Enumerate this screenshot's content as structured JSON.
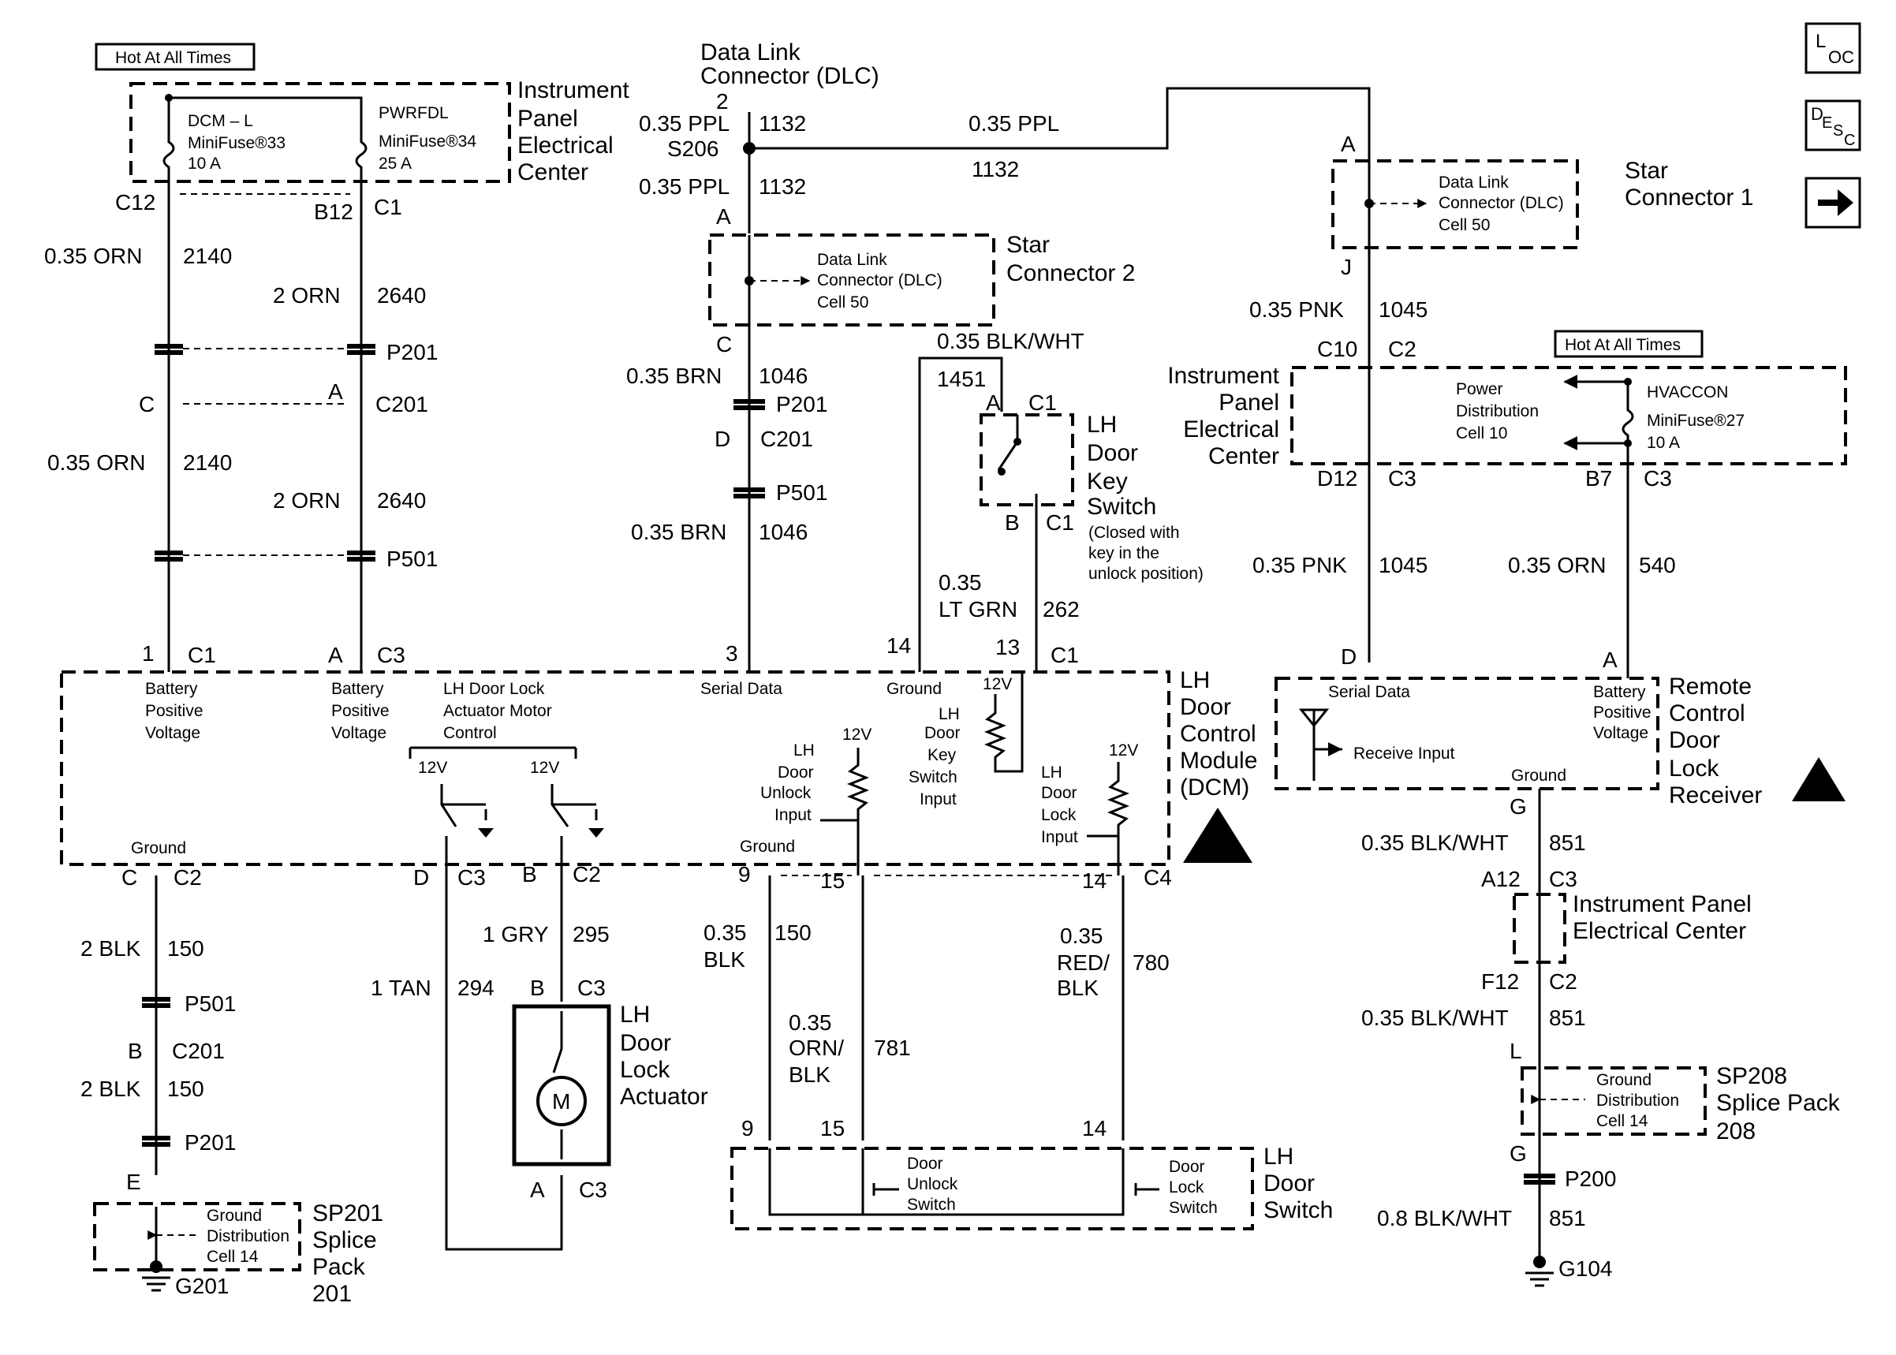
{
  "labels": {
    "hot_left": "Hot At All Times",
    "hot_right": "Hot At All Times",
    "dlc1": "Data Link",
    "dlc2": "Connector (DLC)",
    "ipec_top_1": "Instrument",
    "ipec_top_2": "Panel",
    "ipec_top_3": "Electrical",
    "ipec_top_4": "Center",
    "fuse33_a": "DCM – L",
    "fuse33_b": "MiniFuse®33",
    "fuse33_c": "10 A",
    "fuse34_a": "PWRFDL",
    "fuse34_b": "MiniFuse®34",
    "fuse34_c": "25 A",
    "c12": "C12",
    "b12": "B12",
    "c1_a": "C1",
    "w_035orn_a": "0.35 ORN",
    "n2140_a": "2140",
    "w_2orn_a": "2 ORN",
    "n2640_a": "2640",
    "p201_a": "P201",
    "c_a": "C",
    "a_a": "A",
    "c201_a": "C201",
    "w_035orn_b": "0.35 ORN",
    "n2140_b": "2140",
    "w_2orn_b": "2 ORN",
    "n2640_b": "2640",
    "p501_a": "P501",
    "pin1": "1",
    "c1_b": "C1",
    "pinA_b": "A",
    "c3_b": "C3",
    "dlc_pin2": "2",
    "ppl1": "0.35 PPL",
    "n1132a": "1132",
    "s206": "S206",
    "ppl2": "0.35 PPL",
    "n1132b": "1132",
    "ppl3": "0.35 PPL",
    "n1132c": "1132",
    "sc2_A": "A",
    "sc2_t1": "Data Link",
    "sc2_t2": "Connector (DLC)",
    "sc2_t3": "Cell 50",
    "sc2_name1": "Star",
    "sc2_name2": "Connector 2",
    "sc2_C": "C",
    "brn1": "0.35 BRN",
    "n1046a": "1046",
    "p201_m": "P201",
    "d_m": "D",
    "c201_m": "C201",
    "p501_m": "P501",
    "brn2": "0.35 BRN",
    "n1046b": "1046",
    "blkwht_m": "0.35 BLK/WHT",
    "n1451": "1451",
    "ks_A": "A",
    "ks_C1a": "C1",
    "ks_B": "B",
    "ks_C1b": "C1",
    "ks_n1": "LH",
    "ks_n2": "Door",
    "ks_n3": "Key",
    "ks_n4": "Switch",
    "ks_note1": "(Closed with",
    "ks_note2": "key in the",
    "ks_note3": "unlock position)",
    "ltgrn1": "0.35",
    "ltgrn2": "LT GRN",
    "n262": "262",
    "pin3": "3",
    "pin14": "14",
    "pin13": "13",
    "c1_c": "C1",
    "sc1_A": "A",
    "sc1_t1": "Data Link",
    "sc1_t2": "Connector (DLC)",
    "sc1_t3": "Cell 50",
    "sc1_name1": "Star",
    "sc1_name2": "Connector 1",
    "sc1_J": "J",
    "pnk1": "0.35 PNK",
    "n1045a": "1045",
    "c10": "C10",
    "c2_r": "C2",
    "ipec_r1": "Instrument",
    "ipec_r2": "Panel",
    "ipec_r3": "Electrical",
    "ipec_r4": "Center",
    "pd1": "Power",
    "pd2": "Distribution",
    "pd3": "Cell 10",
    "hv1": "HVACCON",
    "hv2": "MiniFuse®27",
    "hv3": "10 A",
    "d12": "D12",
    "c3_r1": "C3",
    "b7": "B7",
    "c3_r2": "C3",
    "pnk2": "0.35 PNK",
    "n1045b": "1045",
    "orn540": "0.35 ORN",
    "n540": "540",
    "rc_D": "D",
    "rc_A": "A",
    "rc_sd": "Serial Data",
    "rc_ri": "Receive Input",
    "rc_bp1": "Battery",
    "rc_bp2": "Positive",
    "rc_bp3": "Voltage",
    "rc_gnd": "Ground",
    "rc_n1": "Remote",
    "rc_n2": "Control",
    "rc_n3": "Door",
    "rc_n4": "Lock",
    "rc_n5": "Receiver",
    "dcm_bp1a": "Battery",
    "dcm_bp1b": "Positive",
    "dcm_bp1c": "Voltage",
    "dcm_bp2a": "Battery",
    "dcm_bp2b": "Positive",
    "dcm_bp2c": "Voltage",
    "dcm_lh1": "LH Door Lock",
    "dcm_lh2": "Actuator Motor",
    "dcm_lh3": "Control",
    "dcm_sd": "Serial Data",
    "dcm_gnd_top": "Ground",
    "dcm_ksi1": "LH",
    "dcm_ksi2": "Door",
    "dcm_ksi3": "Key",
    "dcm_ksi4": "Switch",
    "dcm_ksi5": "Input",
    "dcm_dui1": "LH",
    "dcm_dui2": "Door",
    "dcm_dui3": "Unlock",
    "dcm_dui4": "Input",
    "dcm_dli1": "LH",
    "dcm_dli2": "Door",
    "dcm_dli3": "Lock",
    "dcm_dli4": "Input",
    "v12_1": "12V",
    "v12_2": "12V",
    "v12_3": "12V",
    "v12_4": "12V",
    "v12_5": "12V",
    "dcm_gnd_l": "Ground",
    "dcm_gnd_m": "Ground",
    "dcm_n1": "LH",
    "dcm_n2": "Door",
    "dcm_n3": "Control",
    "dcm_n4": "Module",
    "dcm_n5": "(DCM)",
    "bC": "C",
    "bC2": "C2",
    "bD": "D",
    "bC3": "C3",
    "bB": "B",
    "bC2b": "C2",
    "b9": "9",
    "b15": "15",
    "b14": "14",
    "bC4": "C4",
    "blk150a": "2 BLK",
    "n150a": "150",
    "p501_l": "P501",
    "b_l": "B",
    "c201_l": "C201",
    "blk150b": "2 BLK",
    "n150b": "150",
    "p201_l": "P201",
    "e_l": "E",
    "sp201_t1": "Ground",
    "sp201_t2": "Distribution",
    "sp201_t3": "Cell 14",
    "sp201_n1": "SP201",
    "sp201_n2": "Splice",
    "sp201_n3": "Pack",
    "sp201_n4": "201",
    "g201": "G201",
    "gry": "1 GRY",
    "n295": "295",
    "tan": "1 TAN",
    "n294": "294",
    "act_B": "B",
    "act_C3a": "C3",
    "act_A": "A",
    "act_C3b": "C3",
    "motor": "M",
    "act_n1": "LH",
    "act_n2": "Door",
    "act_n3": "Lock",
    "act_n4": "Actuator",
    "blk150c1": "0.35",
    "blk150c2": "BLK",
    "n150c": "150",
    "ornblk1": "0.35",
    "ornblk2": "ORN/",
    "ornblk3": "BLK",
    "n781": "781",
    "redblk1": "0.35",
    "redblk2": "RED/",
    "redblk3": "BLK",
    "n780": "780",
    "sw9": "9",
    "sw15": "15",
    "sw14": "14",
    "dus1": "Door",
    "dus2": "Unlock",
    "dus3": "Switch",
    "dls1": "Door",
    "dls2": "Lock",
    "dls3": "Switch",
    "sw_n1": "LH",
    "sw_n2": "Door",
    "sw_n3": "Switch",
    "g_r": "G",
    "blkwht1": "0.35 BLK/WHT",
    "n851a": "851",
    "a12": "A12",
    "c3_g": "C3",
    "ipec_b1": "Instrument Panel",
    "ipec_b2": "Electrical Center",
    "f12": "F12",
    "c2_g": "C2",
    "blkwht2": "0.35 BLK/WHT",
    "n851b": "851",
    "l_r": "L",
    "sp208_t1": "Ground",
    "sp208_t2": "Distribution",
    "sp208_t3": "Cell 14",
    "sp208_n1": "SP208",
    "sp208_n2": "Splice Pack",
    "sp208_n3": "208",
    "g_r2": "G",
    "p200": "P200",
    "blkwht3": "0.8 BLK/WHT",
    "n851c": "851",
    "g104": "G104"
  },
  "nav": {
    "loc_main": "L",
    "loc_sub": "OC",
    "desc_main": "D",
    "desc_sub1": "E",
    "desc_sub2": "S",
    "desc_sub3": "C",
    "arrow": "→"
  }
}
